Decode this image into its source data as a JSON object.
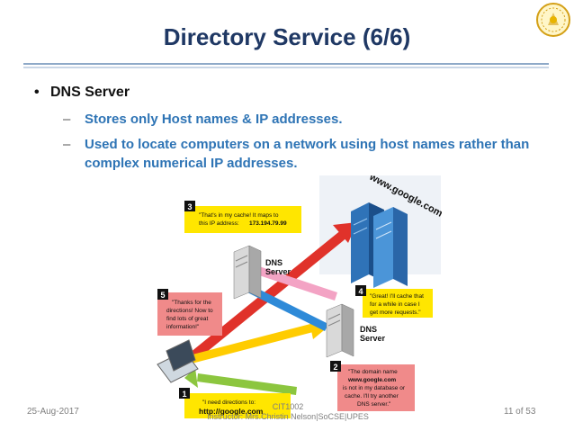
{
  "slide": {
    "title": "Directory Service (6/6)",
    "bullet": "DNS Server",
    "sub_items": [
      "Stores only Host names & IP addresses.",
      "Used to locate computers on a network using host names rather than complex numerical IP addresses."
    ]
  },
  "diagram": {
    "site_label": "www.google.com",
    "server_label_1": "DNS\nServer",
    "server_label_2": "DNS\nServer",
    "steps": [
      {
        "num": "1",
        "text_a": "\"I need directions to:",
        "text_b": "http://google.com"
      },
      {
        "num": "2",
        "text_a": "\"The domain name",
        "text_b": "www.google.com",
        "text_c": "is not in my database or",
        "text_d": "cache. I'll try another",
        "text_e": "DNS server.\""
      },
      {
        "num": "3",
        "text_a": "\"That's in my cache! It maps to",
        "text_b": "this IP address:",
        "text_c": "173.194.79.99"
      },
      {
        "num": "4",
        "text_a": "\"Great! I'll cache that",
        "text_b": "for a while in case I",
        "text_c": "get more requests.\""
      },
      {
        "num": "5",
        "text_a": "\"Thanks for the",
        "text_b": "directions! Now to",
        "text_c": "find lots of great",
        "text_d": "information!\""
      }
    ]
  },
  "footer": {
    "date": "25-Aug-2017",
    "course": "CIT1002",
    "instructor": "Instructor: Mrs.Christin Nelson|SoCSE|UPES",
    "page": "11 of 53"
  },
  "colors": {
    "title": "#1f3864",
    "sub_text": "#2e74b5",
    "yellow_callout": "#ffe600",
    "pink_callout": "#f08a8a",
    "arrow_red": "#e0322a",
    "arrow_yellow": "#ffcc00",
    "arrow_green": "#8cc63f",
    "arrow_blue": "#2e8ad8"
  }
}
